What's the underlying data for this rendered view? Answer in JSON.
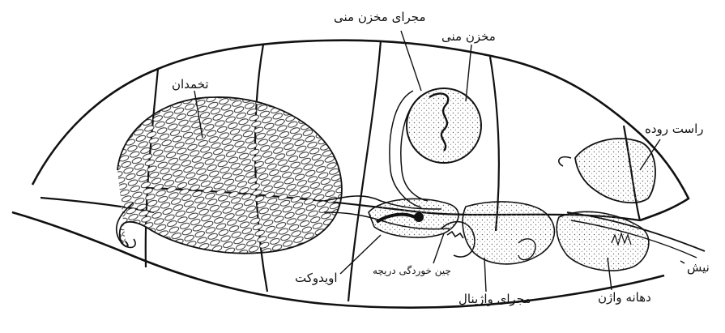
{
  "labels": {
    "seminal_duct": "مجرای مخزن منی",
    "spermatheca": "مخزن منی",
    "ovary": "تخمدان",
    "rectum": "راست روده",
    "oviduct": "اویدوکت",
    "valve_folds": "چین خوردگی دریچه",
    "sting": "نیش",
    "vaginal_duct": "مجرای واژینال",
    "vulva": "دهانه واژن"
  },
  "colors": {
    "line": "#111111",
    "stipple": "#555555",
    "fill": "#ffffff"
  }
}
